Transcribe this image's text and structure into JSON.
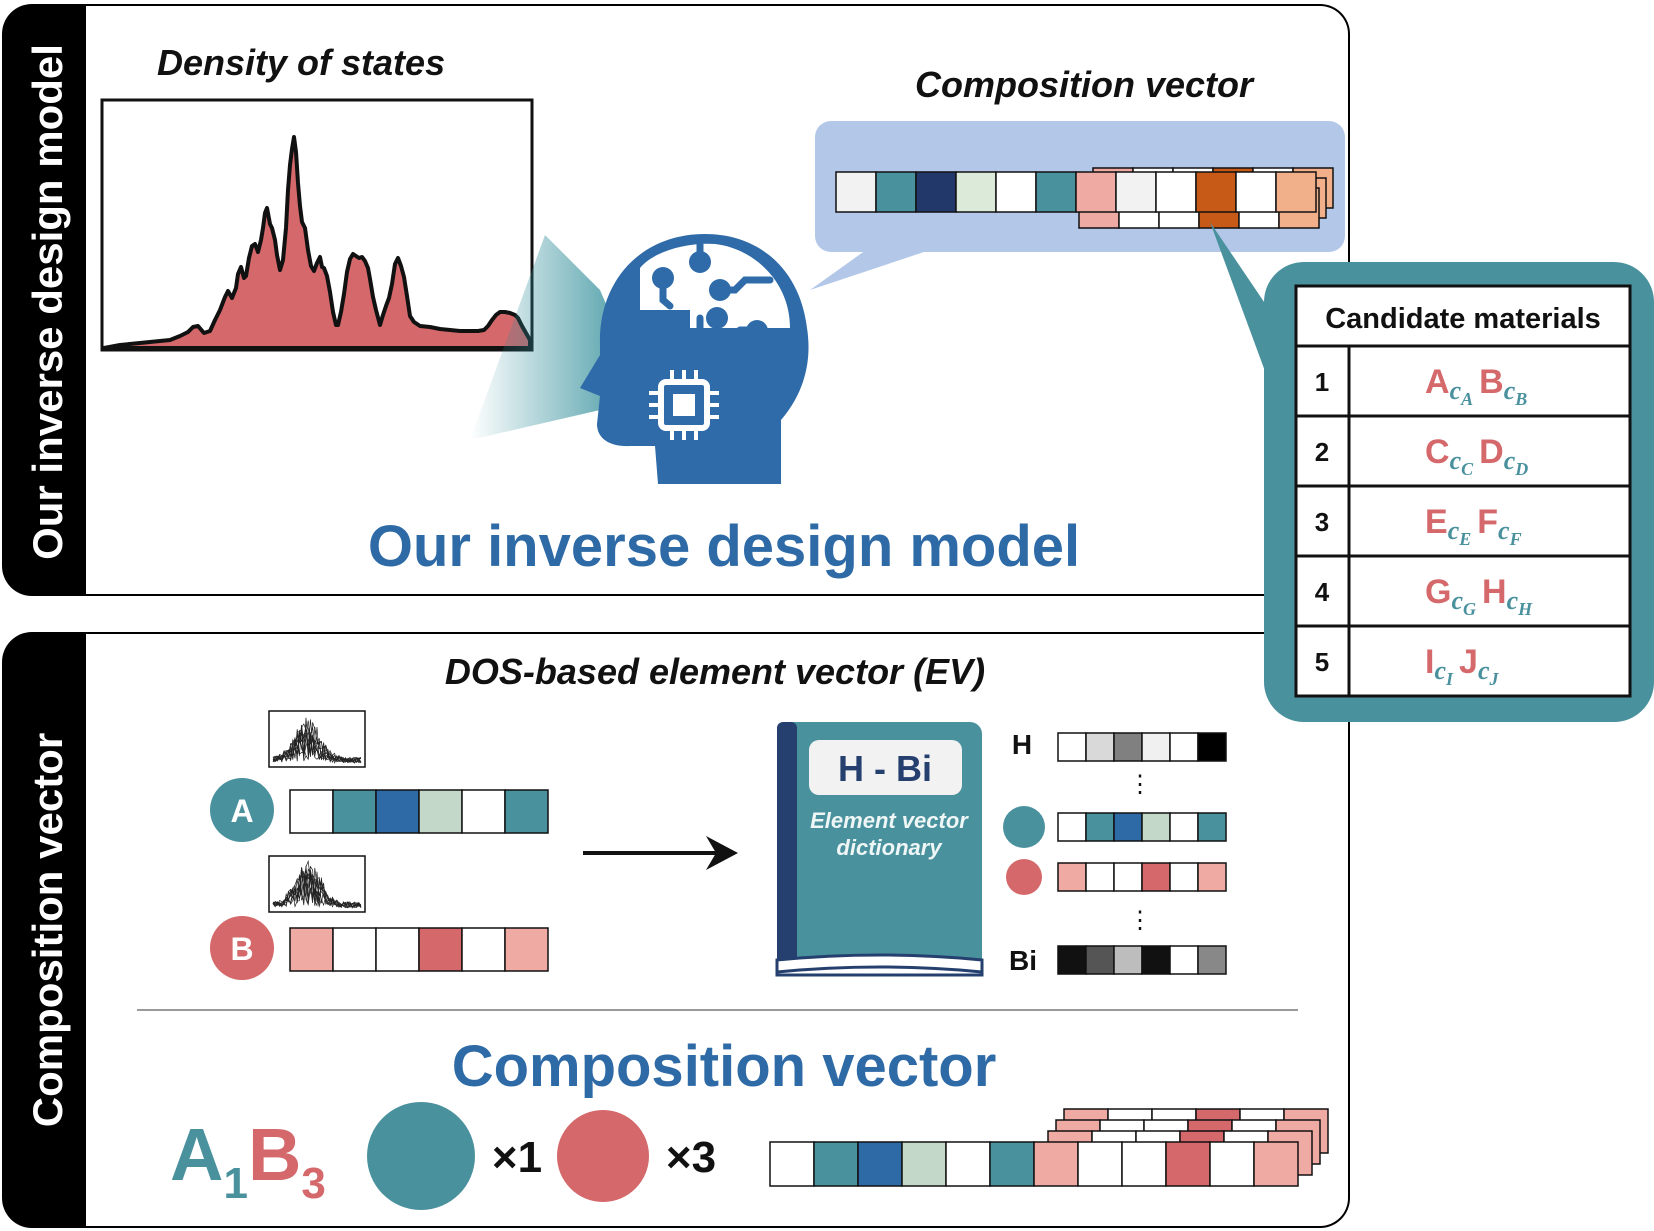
{
  "top_panel": {
    "side_label": "Our inverse design model",
    "dos_title": "Density of states",
    "composition_title": "Composition vector",
    "model_title": "Our inverse design model"
  },
  "candidate_table": {
    "header": "Candidate materials",
    "rows": [
      {
        "index": "1",
        "el1": "A",
        "sub1": "c",
        "sub1_idx": "A",
        "el2": "B",
        "sub2": "c",
        "sub2_idx": "B"
      },
      {
        "index": "2",
        "el1": "C",
        "sub1": "c",
        "sub1_idx": "C",
        "el2": "D",
        "sub2": "c",
        "sub2_idx": "D"
      },
      {
        "index": "3",
        "el1": "E",
        "sub1": "c",
        "sub1_idx": "E",
        "el2": "F",
        "sub2": "c",
        "sub2_idx": "F"
      },
      {
        "index": "4",
        "el1": "G",
        "sub1": "c",
        "sub1_idx": "G",
        "el2": "H",
        "sub2": "c",
        "sub2_idx": "H"
      },
      {
        "index": "5",
        "el1": "I",
        "sub1": "c",
        "sub1_idx": "I",
        "el2": "J",
        "sub2": "c",
        "sub2_idx": "J"
      }
    ]
  },
  "bottom_panel": {
    "side_label": "Composition vector",
    "ev_title": "DOS-based element vector (EV)",
    "element_a": "A",
    "element_b": "B",
    "book_title": "H - Bi",
    "book_line1": "Element vector",
    "book_line2": "dictionary",
    "dict_first": "H",
    "dict_last": "Bi",
    "dots": "⋮",
    "comp_title": "Composition vector",
    "formula_a": "A",
    "formula_a_sub": "1",
    "formula_b": "B",
    "formula_b_sub": "3",
    "mult_a": "×1",
    "mult_b": "×3"
  },
  "colors": {
    "teal": "#4a919e",
    "teal_dark": "#3c8a95",
    "navy": "#22386a",
    "blue": "#2e6aa6",
    "mint": "#c3d8c9",
    "pale_green": "#dcebd9",
    "red": "#d4686b",
    "pink": "#efaaa3",
    "orange": "#c85a18",
    "peach": "#f2b08a",
    "title_blue": "#2e6aa6",
    "bubble": "#b3c8e8"
  }
}
